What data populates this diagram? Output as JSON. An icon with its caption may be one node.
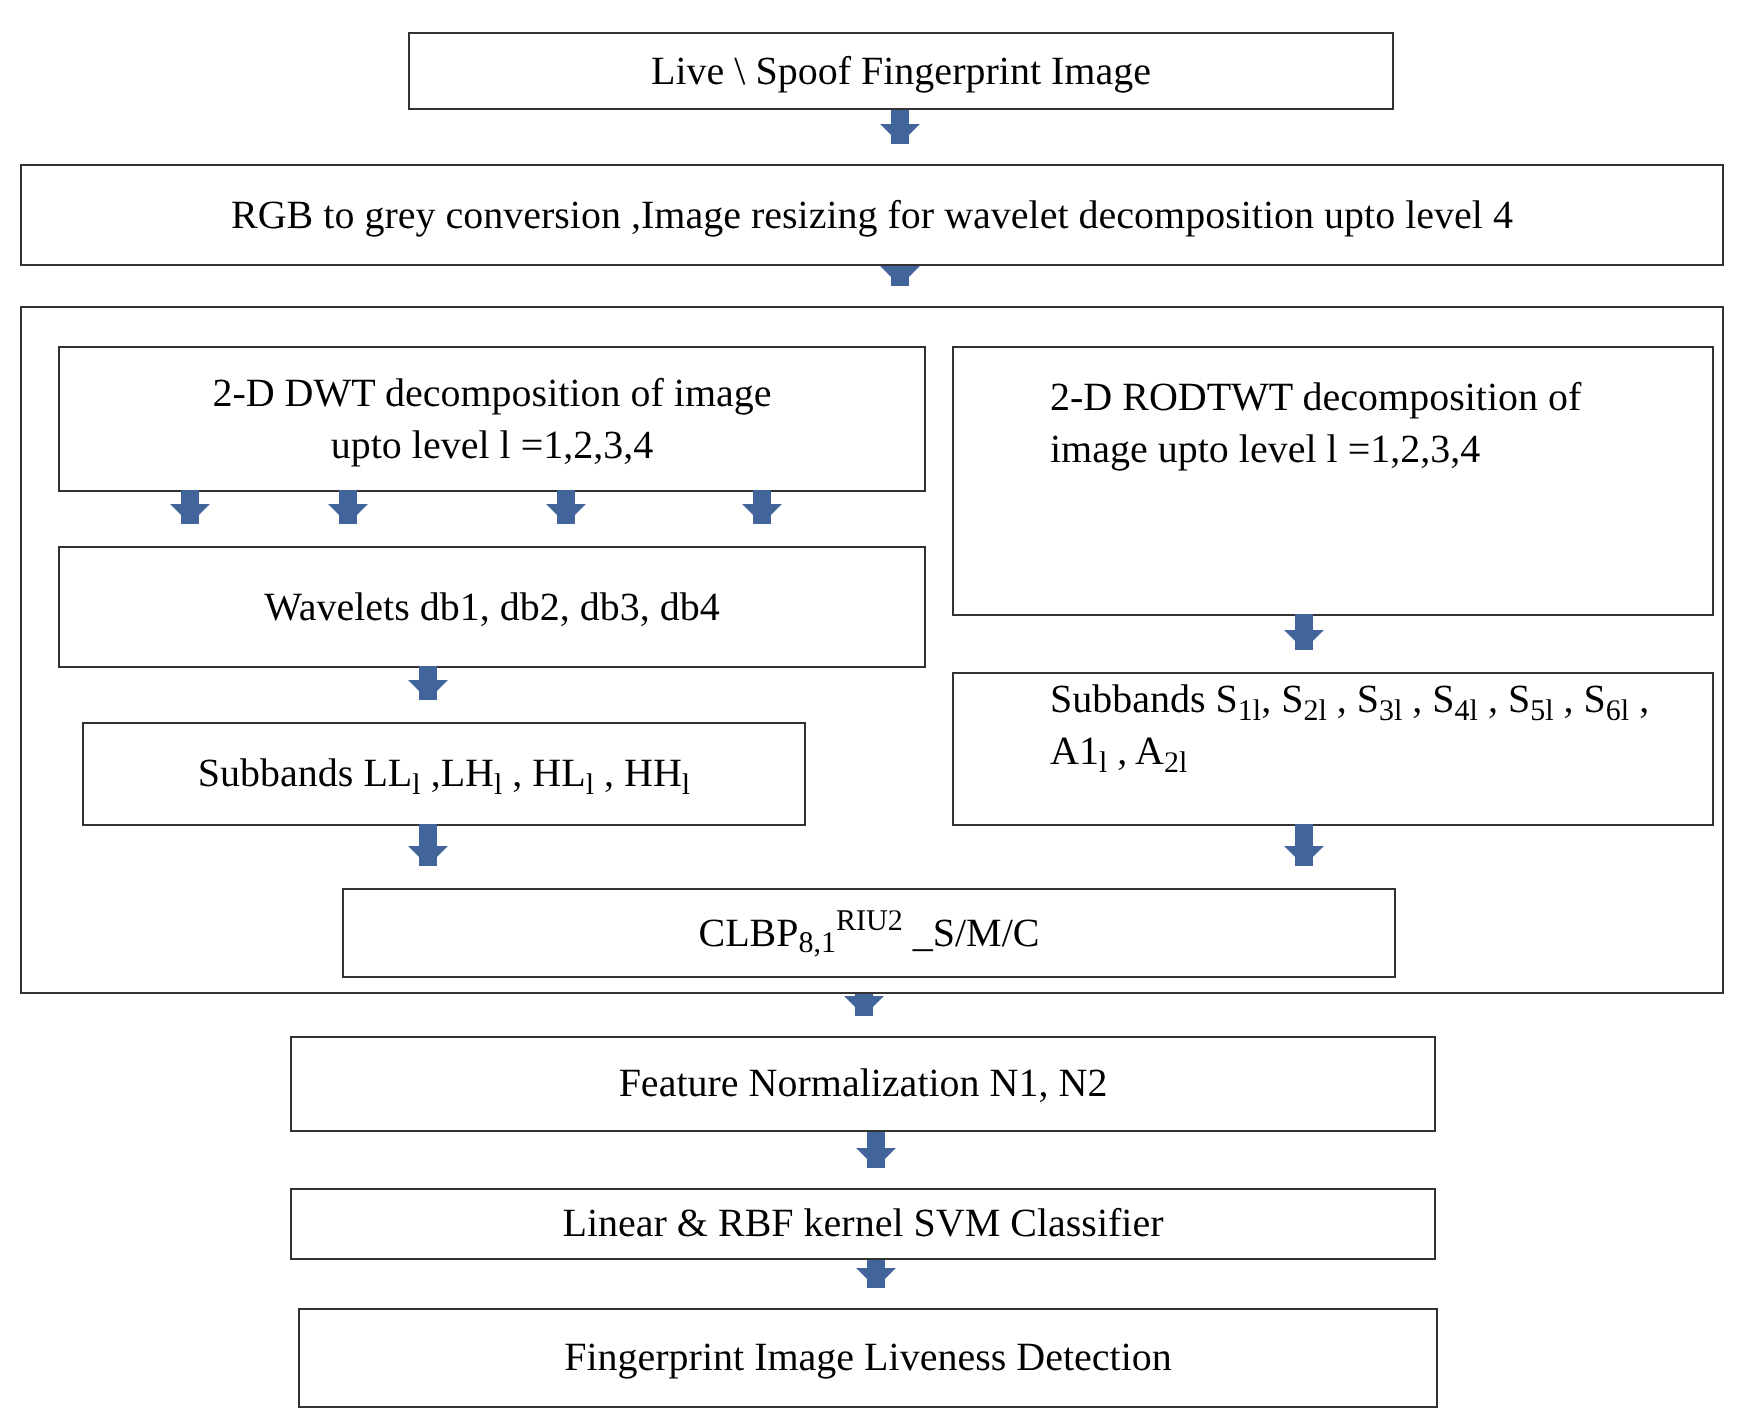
{
  "diagram": {
    "nodes": [
      {
        "text": [
          "Live \\ Spoof  Fingerprint Image"
        ]
      },
      {
        "text": [
          "RGB to grey conversion ,Image resizing  for wavelet decomposition upto level  4"
        ]
      },
      {
        "text": [],
        "shape": "box"
      },
      {
        "text": [
          "2-D DWT decomposition of image upto level  l =1,2,3,4"
        ],
        "in": 2
      },
      {
        "text": [
          "2-D RODTWT decomposition of image  upto  level  l =1,2,3,4"
        ],
        "in": 2
      },
      {
        "text": [
          "Wavelets db1, db2, db3, db4"
        ],
        "in": 2
      },
      {
        "text": [
          "Subbands  LL$_{l}$ ,LH$_{l}$ , HL$_{l}$ , HH$_{l}$"
        ],
        "in": 2
      },
      {
        "text": [
          "Subbands  S$_{1l}$, S$_{2l}$ , S$_{3l}$ , S$_{4l}$ , S$_{5l}$ , S$_{6l}$ , A1$_{l}$ , A$_{2l}$"
        ],
        "in": 2
      },
      {
        "text": [
          "CLBP$_{8,1}$$^{RIU2}$ _S/M/C"
        ],
        "in": 2
      },
      {
        "text": [
          "Feature Normalization N1, N2"
        ]
      },
      {
        "text": [
          "Linear & RBF kernel SVM Classifier"
        ]
      },
      {
        "text": [
          "Fingerprint Image Liveness Detection"
        ]
      }
    ],
    "edges": [
      {
        "from": 0,
        "to": 1,
        "arrow": "to"
      },
      {
        "from": 1,
        "to": 2,
        "arrow": "to"
      },
      {
        "from": 3,
        "to": 5,
        "arrow": "to"
      },
      {
        "from": 3,
        "to": 5,
        "arrow": "to"
      },
      {
        "from": 3,
        "to": 5,
        "arrow": "to"
      },
      {
        "from": 3,
        "to": 5,
        "arrow": "to"
      },
      {
        "from": 5,
        "to": 6,
        "arrow": "to"
      },
      {
        "from": 4,
        "to": 7,
        "arrow": "to"
      },
      {
        "from": 6,
        "to": 8,
        "arrow": "to"
      },
      {
        "from": 7,
        "to": 8,
        "arrow": "to"
      },
      {
        "from": 2,
        "to": 9,
        "arrow": "to"
      },
      {
        "from": 9,
        "to": 10,
        "arrow": "to"
      },
      {
        "from": 10,
        "to": 11,
        "arrow": "to"
      }
    ]
  }
}
